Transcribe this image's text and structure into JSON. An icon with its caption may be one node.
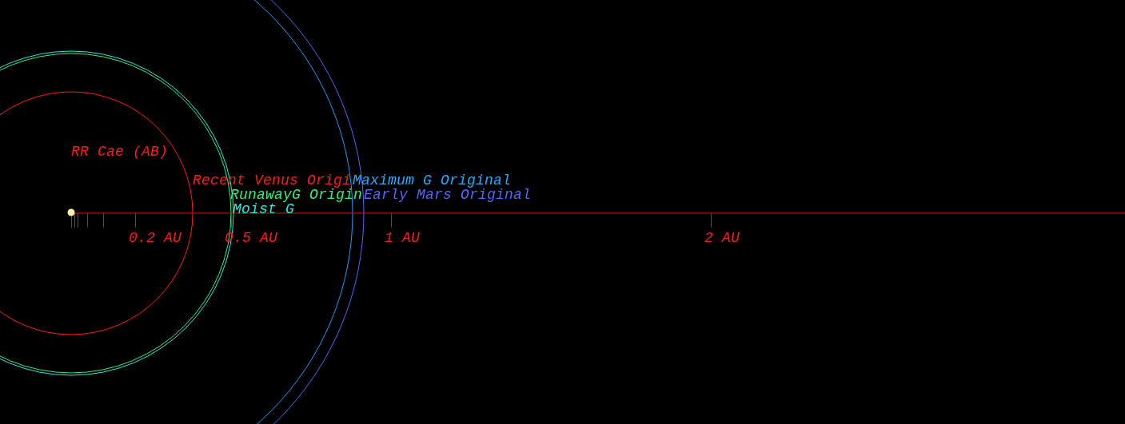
{
  "diagram": {
    "labels": [
      "RR Cae (AB)",
      "Recent Venus Origi",
      "Maximum G Original",
      "RunawayG Origin",
      "Early Mars Original",
      "Moist G",
      "0.2 AU",
      "0.5 AU",
      "1 AU",
      "2 AU"
    ]
  }
}
